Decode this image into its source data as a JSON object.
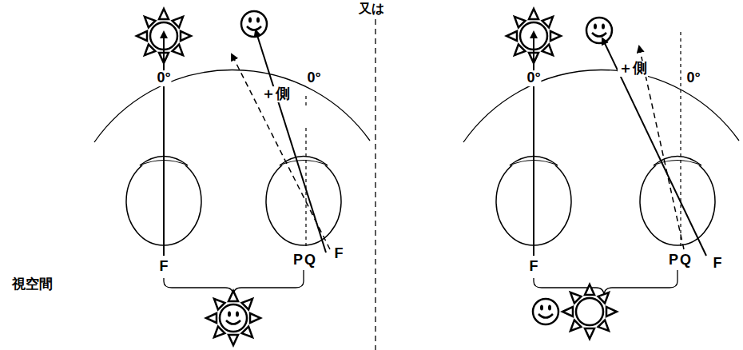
{
  "diagram": {
    "labels": [
      "又は",
      "0°",
      "＋側",
      "0°",
      "F",
      "P",
      "Q",
      "F",
      "視空間",
      "0°",
      "＋側",
      "0°",
      "F",
      "P",
      "Q",
      "F"
    ]
  }
}
